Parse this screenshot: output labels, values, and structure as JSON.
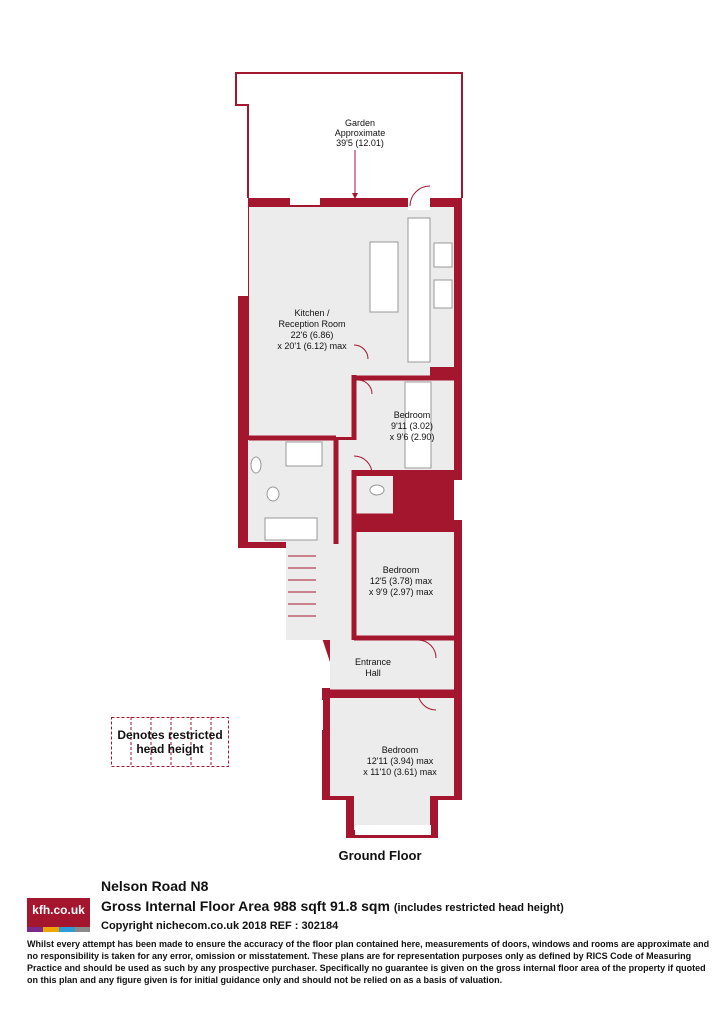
{
  "floor_plan": {
    "floor_name": "Ground Floor",
    "rooms": [
      {
        "name": "Garden",
        "line2": "Approximate",
        "line3": "39'5 (12.01)"
      },
      {
        "name": "Kitchen /",
        "line2": "Reception Room",
        "line3": "22'6 (6.86)",
        "line4": "x 20'1 (6.12) max"
      },
      {
        "name": "Bedroom",
        "line2": "9'11 (3.02)",
        "line3": "x 9'6 (2.90)"
      },
      {
        "name": "Bedroom",
        "line2": "12'5 (3.78) max",
        "line3": "x 9'9 (2.97) max"
      },
      {
        "name": "Entrance",
        "line2": "Hall"
      },
      {
        "name": "Bedroom",
        "line2": "12'11 (3.94) max",
        "line3": "x 11'10 (3.61) max"
      }
    ],
    "legend": {
      "line1": "Denotes restricted",
      "line2": "head height"
    },
    "colors": {
      "wall": "#a3162e",
      "room": "#ececec",
      "fixture": "#ffffff"
    }
  },
  "footer": {
    "logo_text": "kfh.co.uk",
    "logo_stripes": [
      "#7a2a8c",
      "#f0a500",
      "#2d9bd6",
      "#8a8a8a"
    ],
    "property_name": "Nelson Road N8",
    "area_text": "Gross Internal Floor Area 988 sqft 91.8 sqm",
    "area_note": "(includes restricted head height)",
    "copyright": "Copyright nichecom.co.uk 2018 REF : 302184",
    "disclaimer": "Whilst every attempt has been made to ensure the accuracy of the floor plan contained here, measurements of doors, windows and rooms are approximate and no responsibility is taken for any error, omission or misstatement.  These plans are for representation purposes only as defined by RICS Code of Measuring Practice and should be used as such by any prospective purchaser.  Specifically no guarantee is given on the gross internal floor area of the property if quoted on this plan and any figure given is for initial guidance only and should not be relied on as a basis of valuation."
  }
}
